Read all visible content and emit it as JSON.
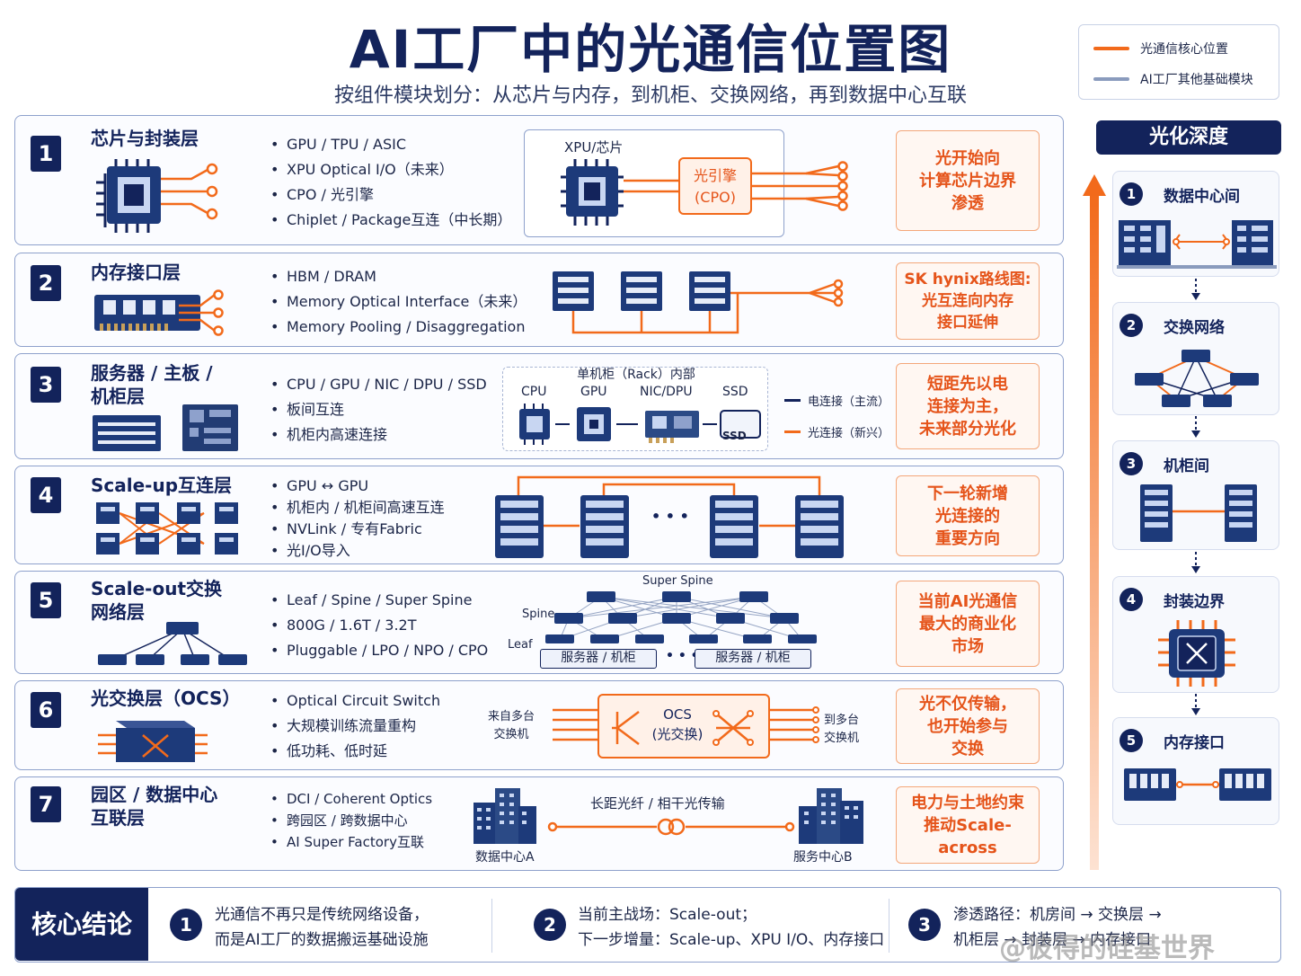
{
  "title": "AI工厂中的光通信位置图",
  "subtitle": "按组件模块划分：从芯片与内存，到机柜、交换网络，再到数据中心互联",
  "legend": [
    {
      "label": "光通信核心位置",
      "color": "#f26a1b"
    },
    {
      "label": "AI工厂其他基础模块",
      "color": "#8a9bbd"
    }
  ],
  "layers": [
    {
      "num": "1",
      "name": "芯片与封装层",
      "bullets": [
        "GPU / TPU / ASIC",
        "XPU Optical I/O（未来）",
        "CPO / 光引擎",
        "Chiplet / Package互连（中长期）"
      ],
      "callout": "光开始向\n计算芯片边界\n渗透",
      "icon": "chip-icon",
      "diagram": {
        "box_label": "XPU/芯片",
        "engine_label": "光引擎\n(CPO)"
      }
    },
    {
      "num": "2",
      "name": "内存接口层",
      "bullets": [
        "HBM / DRAM",
        "Memory Optical Interface（未来）",
        "Memory Pooling / Disaggregation"
      ],
      "callout": "SK hynix路线图:\n光互连向内存\n接口延伸",
      "icon": "memory-module-icon"
    },
    {
      "num": "3",
      "name": "服务器 / 主板 /\n机柜层",
      "bullets": [
        "CPU / GPU / NIC / DPU / SSD",
        "板间互连",
        "机柜内高速连接"
      ],
      "callout": "短距先以电\n连接为主，\n未来部分光化",
      "icon": "server-board-icon",
      "diagram": {
        "box_label": "单机柜（Rack）内部",
        "parts": [
          "CPU",
          "GPU",
          "NIC/DPU",
          "SSD"
        ],
        "ssd_tag": "SSD",
        "legend_electric": "电连接（主流）",
        "legend_optical": "光连接（新兴）"
      }
    },
    {
      "num": "4",
      "name": "Scale-up互连层",
      "bullets": [
        "GPU ↔ GPU",
        "机柜内 / 机柜间高速互连",
        "NVLink / 专有Fabric",
        "光I/O导入"
      ],
      "callout": "下一轮新增\n光连接的\n重要方向",
      "icon": "gpu-mesh-icon",
      "diagram": {
        "ellipsis": "• • •"
      }
    },
    {
      "num": "5",
      "name": "Scale-out交换\n网络层",
      "bullets": [
        "Leaf / Spine / Super Spine",
        "800G / 1.6T / 3.2T",
        "Pluggable / LPO / NPO / CPO"
      ],
      "callout": "当前AI光通信\n最大的商业化\n市场",
      "icon": "switch-network-icon",
      "diagram": {
        "tiers": [
          "Super Spine",
          "Spine",
          "Leaf"
        ],
        "server_label": "服务器 / 机柜",
        "ellipsis": "• • •"
      }
    },
    {
      "num": "6",
      "name": "光交换层（OCS）",
      "bullets": [
        "Optical Circuit Switch",
        "大规模训练流量重构",
        "低功耗、低时延"
      ],
      "callout": "光不仅传输，\n也开始参与\n交换",
      "icon": "ocs-box-icon",
      "diagram": {
        "left_label": "来自多台\n交换机",
        "ocs_label": "OCS\n(光交换)",
        "right_label": "到多台\n交换机"
      }
    },
    {
      "num": "7",
      "name": "园区 / 数据中心\n互联层",
      "bullets": [
        "DCI / Coherent Optics",
        "跨园区 / 跨数据中心",
        "AI Super Factory互联"
      ],
      "callout": "电力与土地约束\n推动Scale-across",
      "icon": "datacenter-icon",
      "diagram": {
        "fiber_label": "长距光纤 / 相干光传输",
        "dc_a": "数据中心A",
        "dc_b": "服务中心B"
      }
    }
  ],
  "depth": {
    "title": "光化深度",
    "steps": [
      {
        "num": "1",
        "label": "数据中心间"
      },
      {
        "num": "2",
        "label": "交换网络"
      },
      {
        "num": "3",
        "label": "机柜间"
      },
      {
        "num": "4",
        "label": "封装边界"
      },
      {
        "num": "5",
        "label": "内存接口"
      }
    ]
  },
  "conclusion": {
    "title": "核心结论",
    "items": [
      {
        "num": "1",
        "text": "光通信不再只是传统网络设备，\n而是AI工厂的数据搬运基础设施"
      },
      {
        "num": "2",
        "text": "当前主战场：Scale-out；\n下一步增量：Scale-up、XPU I/O、内存接口"
      },
      {
        "num": "3",
        "text": "渗透路径：机房间 → 交换层 →\n机柜层 → 封装层 → 内存接口"
      }
    ]
  },
  "watermark": "@彼得的硅基世界",
  "colors": {
    "navy": "#13235b",
    "orange": "#f26a1b",
    "grey": "#8a9bbd"
  }
}
